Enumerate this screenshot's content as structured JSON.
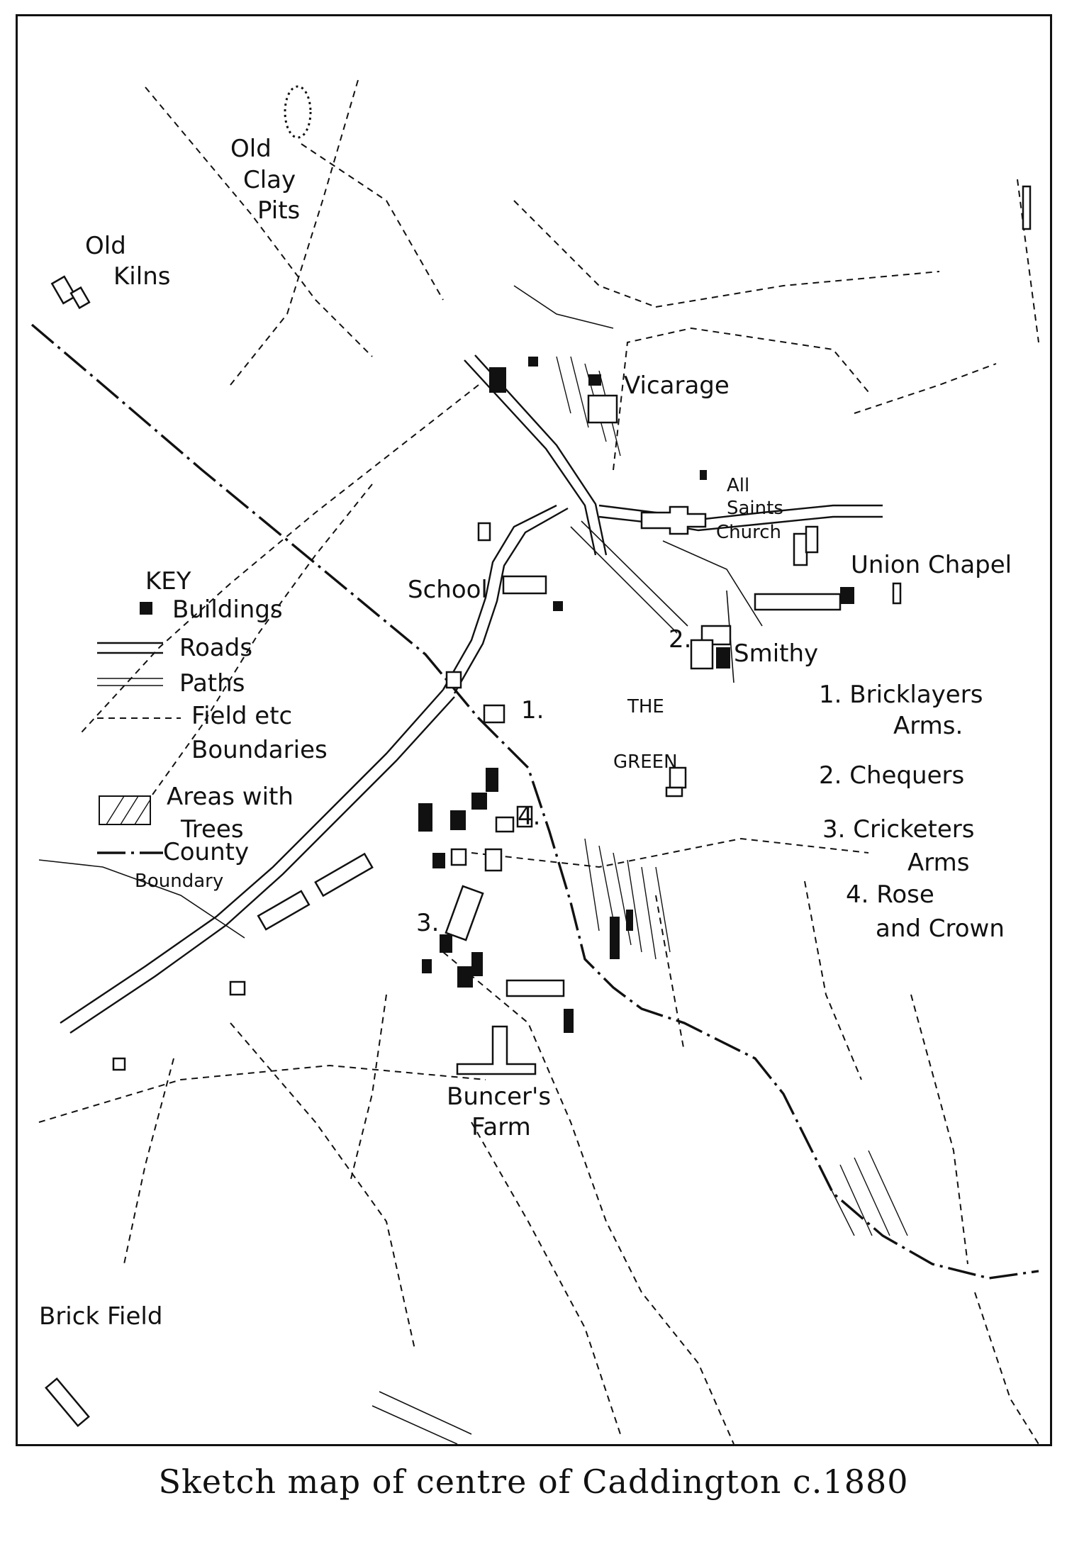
{
  "caption": "Sketch map of centre of Caddington c.1880",
  "labels": {
    "old_clay_pits": [
      "Old",
      "Clay",
      "Pits"
    ],
    "old_kilns": [
      "Old",
      "Kilns"
    ],
    "vicarage": "Vicarage",
    "church": [
      "All",
      "Saints",
      "Church"
    ],
    "union_chapel": "Union Chapel",
    "school": "School",
    "smithy": "Smithy",
    "the_green": [
      "THE",
      "GREEN"
    ],
    "buncers_farm": [
      "Buncer's",
      "Farm"
    ],
    "brick_field": "Brick Field",
    "county_boundary_label": "Boundary",
    "numbers": [
      "1.",
      "2.",
      "3.",
      "4."
    ]
  },
  "key": {
    "title": "KEY",
    "items": [
      {
        "symbol": "buildings",
        "label": "Buildings"
      },
      {
        "symbol": "roads",
        "label": "Roads"
      },
      {
        "symbol": "paths",
        "label": "Paths"
      },
      {
        "symbol": "field",
        "label": [
          "Field etc",
          "Boundaries"
        ]
      },
      {
        "symbol": "trees",
        "label": [
          "Areas with",
          "Trees"
        ]
      },
      {
        "symbol": "county",
        "label": "County"
      }
    ]
  },
  "pubs": [
    {
      "number": "1.",
      "name": [
        "Bricklayers",
        "Arms."
      ]
    },
    {
      "number": "2.",
      "name": [
        "Chequers"
      ]
    },
    {
      "number": "3.",
      "name": [
        "Cricketers",
        "Arms"
      ]
    },
    {
      "number": "4.",
      "name": [
        "Rose",
        "and Crown"
      ]
    }
  ]
}
